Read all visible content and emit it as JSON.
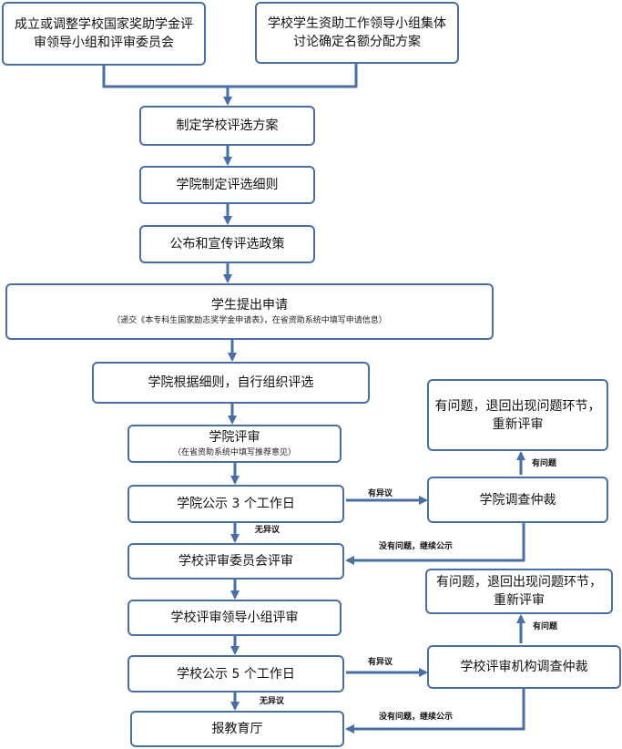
{
  "colors": {
    "border": "#4a6fa5",
    "arrow": "#4a6fa5",
    "text": "#111111",
    "background": "#ffffff"
  },
  "nodes": {
    "setup_committee": "成立或调整学校国家奖助学金评审领导小组和评审委员会",
    "allocate_quota": "学校学生资助工作领导小组集体讨论确定名额分配方案",
    "school_plan": "制定学校评选方案",
    "college_rules": "学院制定评选细则",
    "publicize_policy": "公布和宣传评选政策",
    "student_apply": {
      "title": "学生提出申请",
      "note": "（递交《本专科生国家励志奖学金申请表》，在省资助系统中填写申请信息）"
    },
    "college_select": "学院根据细则，自行组织评选",
    "college_review": {
      "title": "学院评审",
      "note": "（在省资助系统中填写推荐意见）"
    },
    "college_publicity": "学院公示 3 个工作日",
    "college_investigation": "学院调查仲裁",
    "issue_return_1": "有问题，退回出现问题环节，重新评审",
    "school_committee_review": "学校评审委员会评审",
    "school_leader_review": "学校评审领导小组评审",
    "school_publicity": "学校公示 5 个工作日",
    "school_investigation": "学校评审机构调查仲裁",
    "issue_return_2": "有问题，退回出现问题环节，重新评审",
    "report_bureau": "报教育厅"
  },
  "edge_labels": {
    "objection_1": "有异议",
    "no_objection_1": "无异议",
    "has_problem_1": "有问题",
    "no_problem_continue_1": "没有问题，继续公示",
    "objection_2": "有异议",
    "no_objection_2": "无异议",
    "has_problem_2": "有问题",
    "no_problem_continue_2": "没有问题，继续公示"
  }
}
